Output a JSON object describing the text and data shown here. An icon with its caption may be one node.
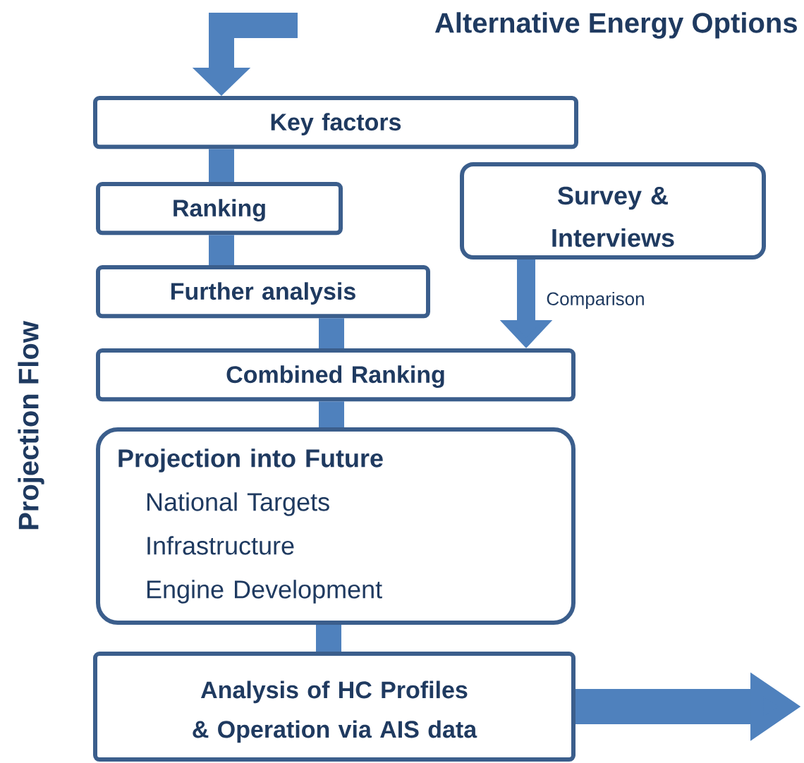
{
  "diagram": {
    "title": "Alternative Energy Options",
    "nodes": [
      {
        "text": [
          "Key factors"
        ]
      },
      {
        "text": [
          "Ranking"
        ]
      },
      {
        "text": [
          "Survey & Interviews"
        ]
      },
      {
        "text": [
          "Further analysis"
        ]
      },
      {
        "text": [
          "Combined Ranking"
        ]
      },
      {
        "text": [
          "Projection into Future",
          "National Targets",
          "Infrastructure",
          "Engine Development"
        ]
      },
      {
        "text": [
          "Analysis of HC Profiles & Operation via AIS data"
        ]
      }
    ],
    "edges": [
      {
        "from": null,
        "to": 0,
        "arrow": "to"
      },
      {
        "from": 0,
        "to": 1,
        "arrow": "none"
      },
      {
        "from": 1,
        "to": 3,
        "arrow": "none"
      },
      {
        "from": 3,
        "to": 4,
        "arrow": "none"
      },
      {
        "from": 2,
        "to": 4,
        "arrow": "to",
        "label": "Comparison"
      },
      {
        "from": 4,
        "to": 5,
        "arrow": "none"
      },
      {
        "from": 5,
        "to": 6,
        "arrow": "none"
      },
      {
        "from": 6,
        "to": null,
        "arrow": "to"
      }
    ],
    "labels": [
      "Projection Flow"
    ]
  }
}
